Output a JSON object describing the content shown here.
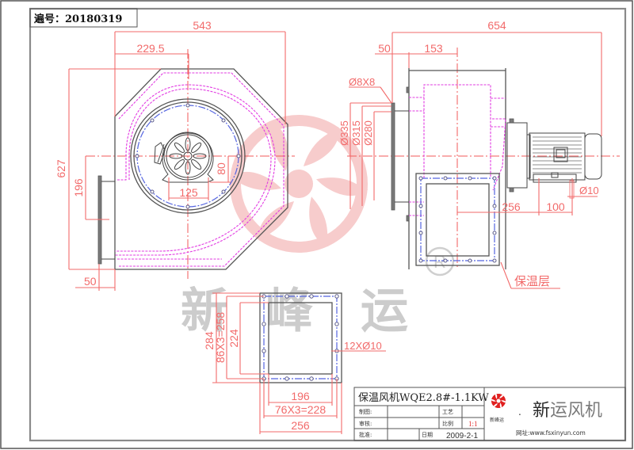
{
  "header": {
    "drawing_number_label": "遍号：",
    "drawing_number": "20180319"
  },
  "colors": {
    "dimension": "#f26a6a",
    "hidden_line": "#e23ce2",
    "bolt_circle": "#5565e0",
    "outline": "#555555",
    "watermark_logo": "#f7cccc",
    "watermark_text": "#cccccc",
    "brand_red": "#e02020"
  },
  "front_view": {
    "dimensions": {
      "overall_width": "543",
      "center_offset": "229.5",
      "overall_height": "627",
      "inlet_height": "196",
      "inlet_flange": "50",
      "motor_base_width": "125",
      "motor_base_height": "80"
    }
  },
  "side_view": {
    "dimensions": {
      "overall_length": "654",
      "flange_offset": "50",
      "housing_to_center": "153",
      "bolt_spec": "Ø8X8",
      "dia_outer": "Ø335",
      "dia_bolt": "Ø315",
      "dia_inner": "Ø280",
      "motor_foot_offset": "256",
      "motor_foot_spacing": "100",
      "foot_hole": "Ø10"
    },
    "insulation_label": "保温层"
  },
  "outlet_view": {
    "dimensions": {
      "outer_height": "284",
      "bolt_height": "86X3=258",
      "inner_height": "224",
      "inner_width": "196",
      "bolt_width": "76X3=228",
      "outer_width": "256",
      "hole_spec": "12XØ10"
    }
  },
  "watermark": {
    "chars": [
      "新",
      "峰",
      "运"
    ],
    "registered": "R"
  },
  "title_block": {
    "title": "保温风机WQE2.8#-1.1KW",
    "drawn_label": "制图:",
    "review_label": "审核:",
    "approve_label": "批准:",
    "process_label": "工艺",
    "scale_label": "比例",
    "scale": "1:1",
    "date_label": "日期",
    "date": "2009-2-1",
    "logo_caption": "新峰运",
    "brand_dot": ".",
    "brand_first": "新",
    "brand_rest": "运风机",
    "website": "网址:www.fsxinyun.com"
  }
}
